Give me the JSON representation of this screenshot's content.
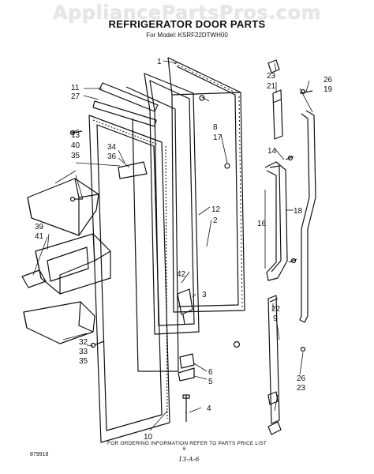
{
  "watermark": "AppliancePartsPros.com",
  "title": "REFRIGERATOR DOOR PARTS",
  "model_line": "For Model: KSRF22DTWH00",
  "footer_note": "FOR ORDERING INFORMATION REFER TO PARTS PRICE LIST",
  "page_number": "6",
  "document_number": "879918",
  "handwritten_note": "13-A-6",
  "callouts": [
    "1",
    "11",
    "27",
    "13",
    "40",
    "35",
    "34",
    "36",
    "39",
    "41",
    "8",
    "17",
    "12",
    "2",
    "42",
    "3",
    "10",
    "6",
    "5",
    "4",
    "32",
    "33",
    "35",
    "23",
    "21",
    "26",
    "19",
    "14",
    "18",
    "16",
    "22",
    "9",
    "26",
    "23"
  ]
}
